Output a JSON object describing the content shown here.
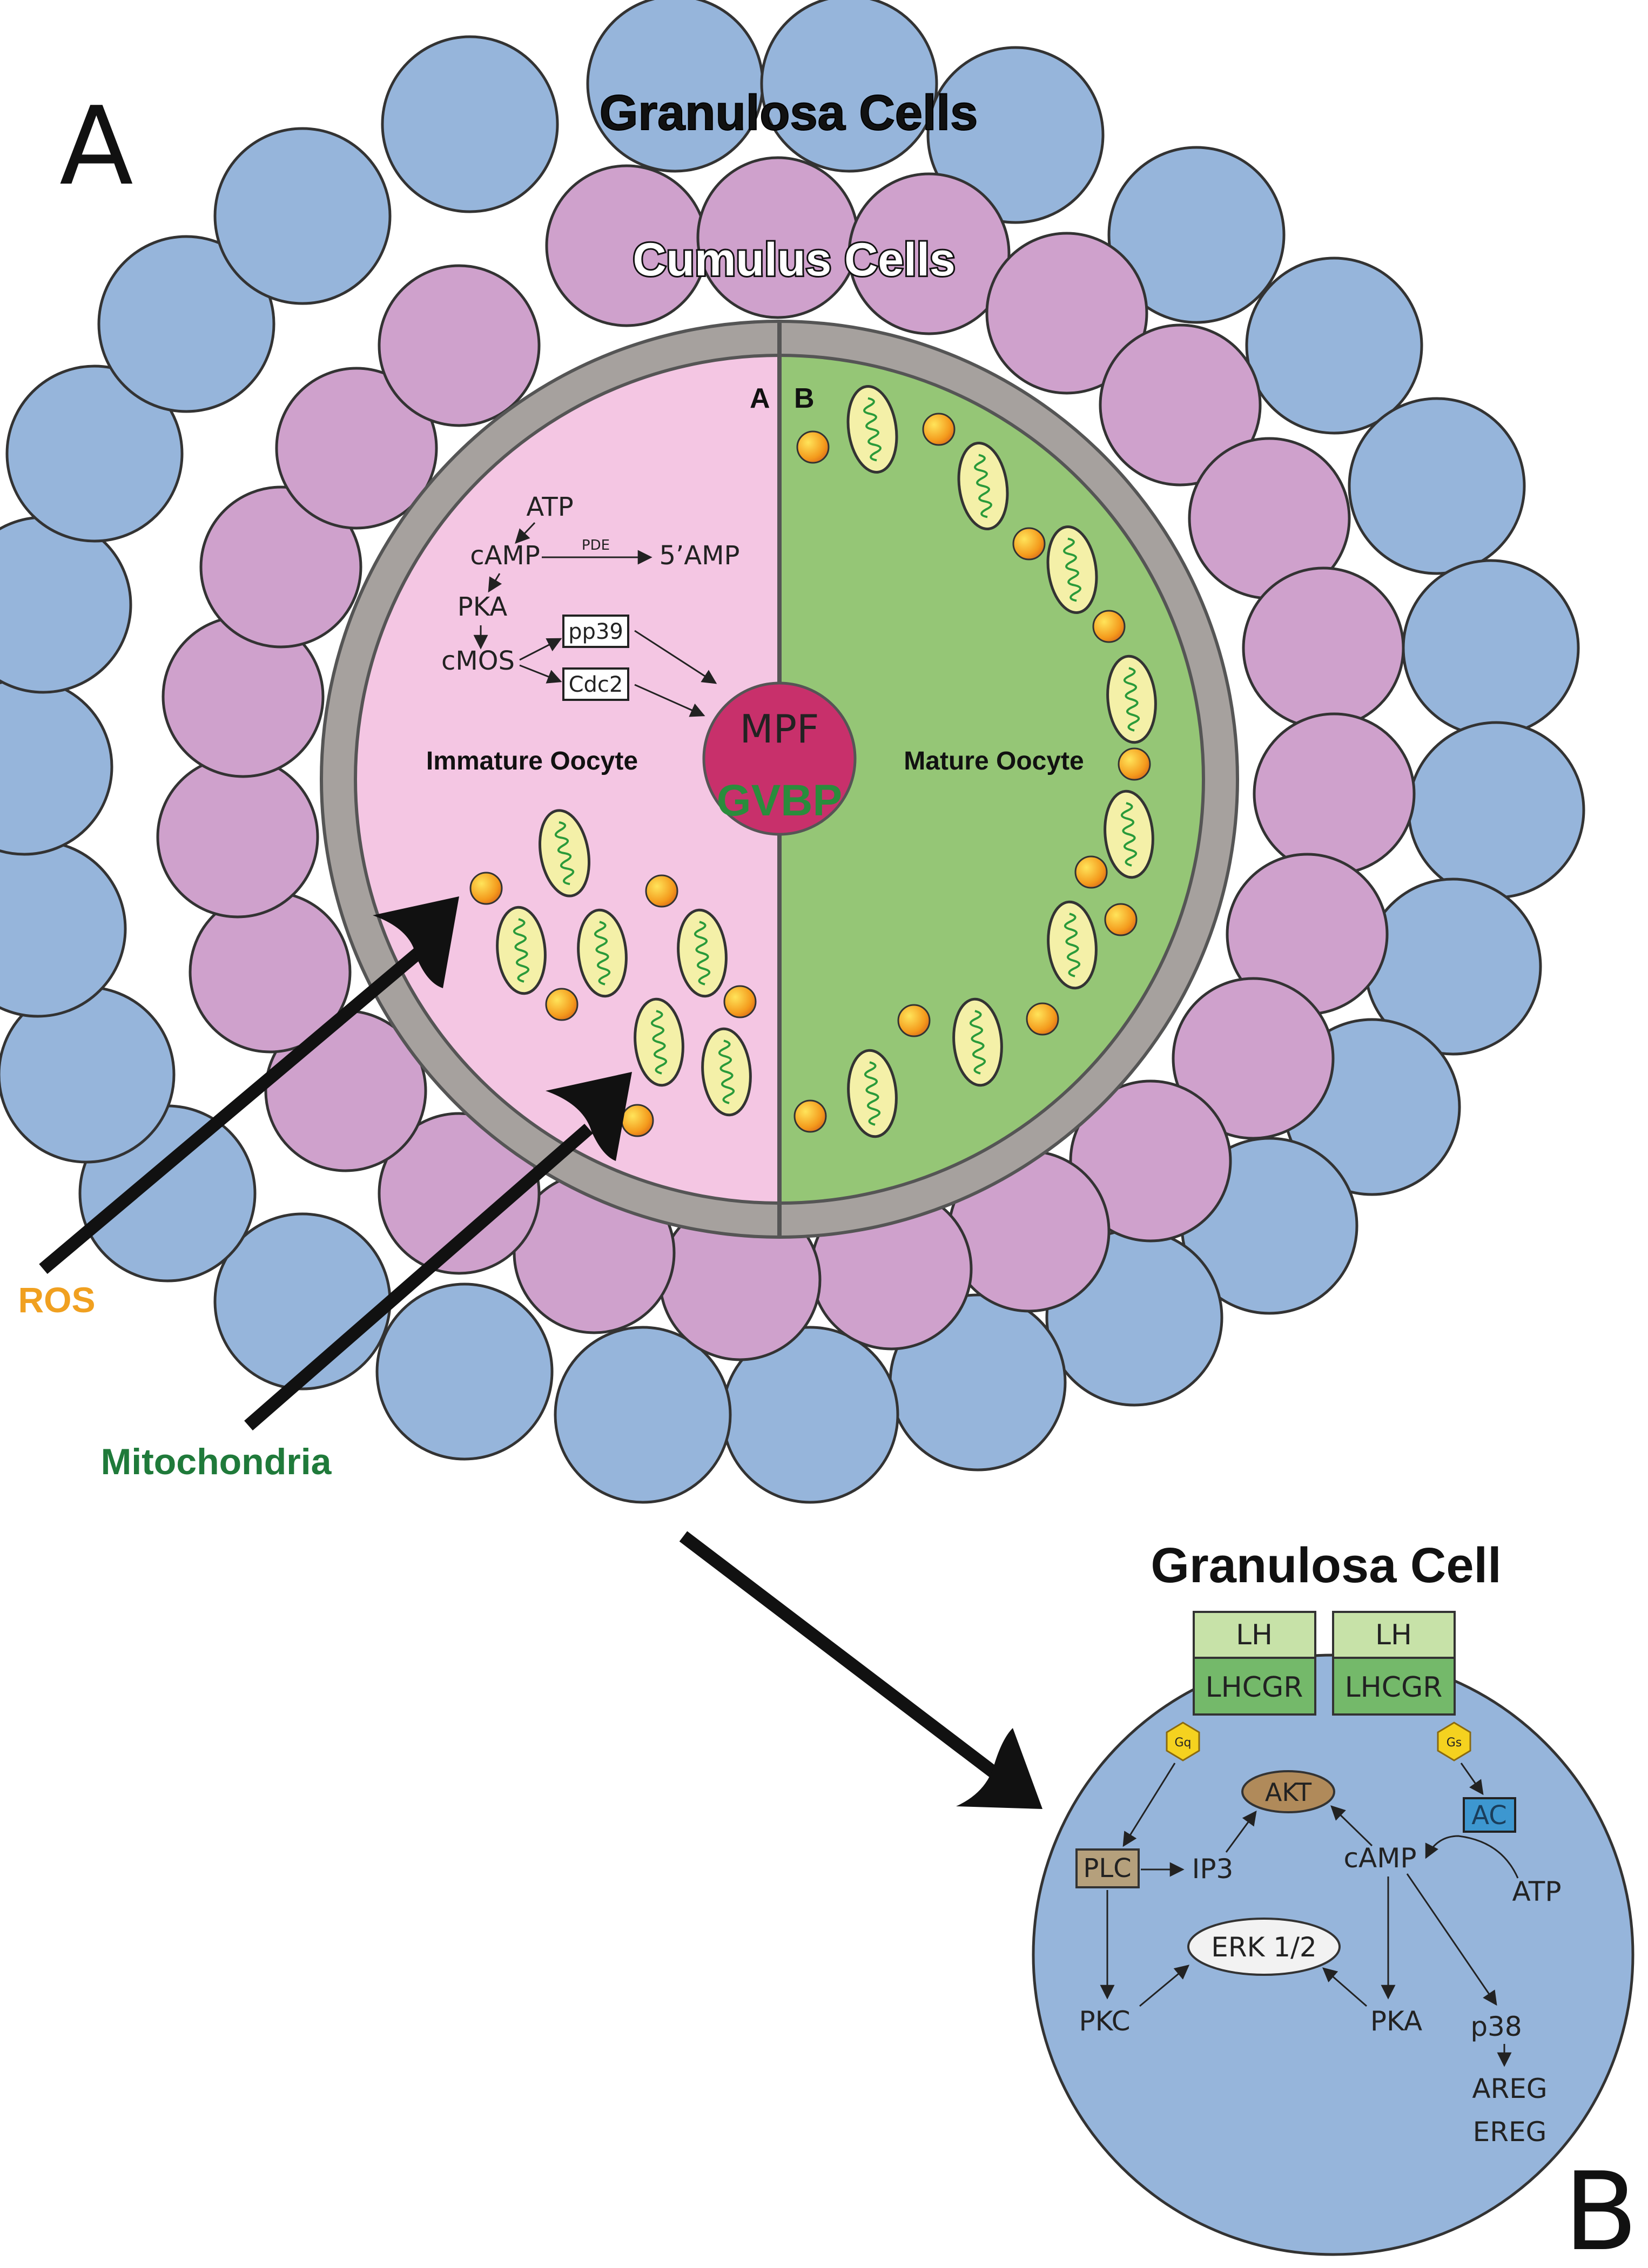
{
  "panel_a": {
    "letter": "A",
    "outer_layer_label": "Granulosa Cells",
    "inner_layer_label": "Cumulus Cells",
    "half_a_letter": "A",
    "half_b_letter": "B",
    "left_label": "Immature Oocyte",
    "right_label": "Mature Oocyte",
    "pathway": {
      "atp": "ATP",
      "camp": "cAMP",
      "pde": "PDE",
      "amp5": "5’AMP",
      "pka": "PKA",
      "cmos": "cMOS",
      "pp39": "pp39",
      "cdc2": "Cdc2"
    },
    "nucleus_top": "MPF",
    "nucleus_bottom": "GVBP",
    "ros_label": "ROS",
    "mito_label": "Mitochondria"
  },
  "panel_b": {
    "letter": "B",
    "title": "Granulosa Cell",
    "receptor_left": {
      "ligand": "LH",
      "receptor": "LHCGR"
    },
    "receptor_right": {
      "ligand": "LH",
      "receptor": "LHCGR"
    },
    "gq": "Gq",
    "gs": "Gs",
    "ac": "AC",
    "akt": "AKT",
    "plc": "PLC",
    "ip3": "IP3",
    "camp": "cAMP",
    "atp": "ATP",
    "erk": "ERK 1/2",
    "pkc": "PKC",
    "pka": "PKA",
    "p38": "p38",
    "areg": "AREG",
    "ereg": "EREG"
  },
  "colors": {
    "granulosa": "#96b5db",
    "cumulus": "#cfa1cc",
    "zona": "#a6a19e",
    "immature": "#f4c6e3",
    "mature": "#95c676",
    "nucleus": "#c8306b",
    "gvbp_text": "#2a8c3c",
    "ros_text": "#f0a020",
    "mito_text": "#1f7a3a",
    "lh": "#c7e2a8",
    "lhcgr": "#74b96a",
    "plc": "#b5a07c",
    "akt": "#b08a5a",
    "ac": "#3d97d0",
    "g_protein": "#f5d21f"
  }
}
